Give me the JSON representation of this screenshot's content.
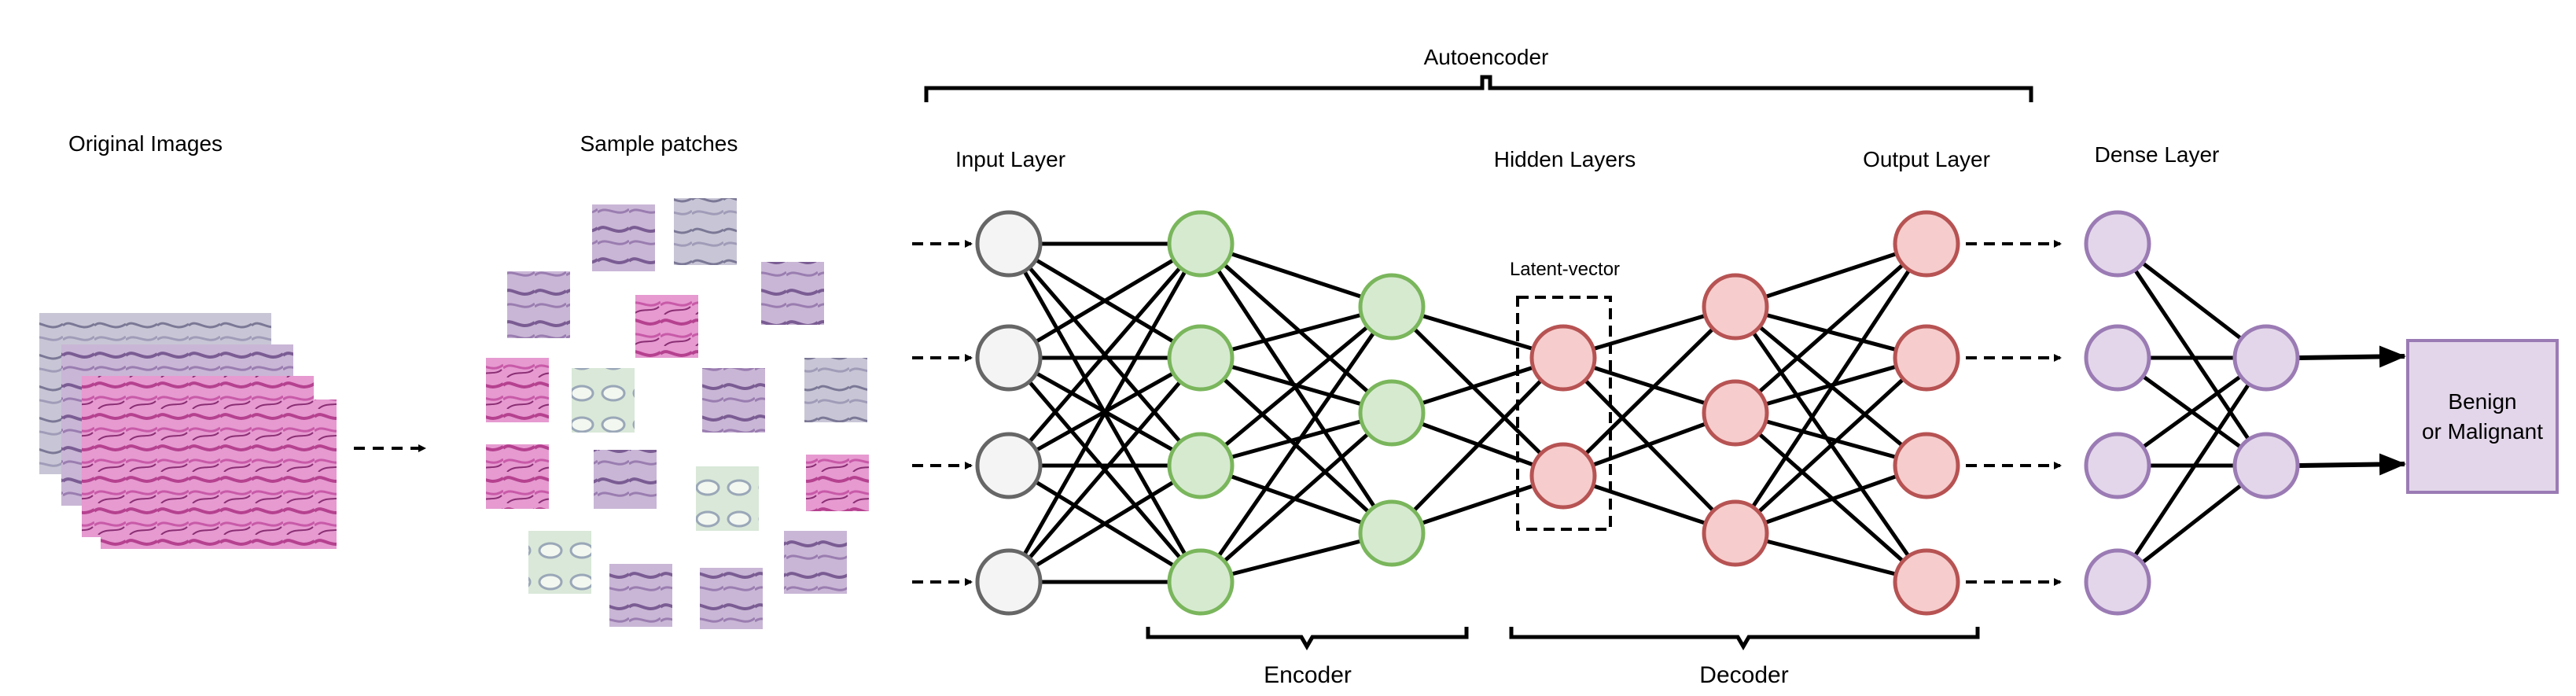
{
  "labels": {
    "original_images": "Original Images",
    "sample_patches": "Sample patches",
    "autoencoder": "Autoencoder",
    "input_layer": "Input Layer",
    "hidden_layers": "Hidden Layers",
    "output_layer": "Output Layer",
    "dense_layer": "Dense Layer",
    "latent_vector": "Latent-vector",
    "encoder": "Encoder",
    "decoder": "Decoder",
    "result_line1": "Benign",
    "result_line2": "or Malignant"
  },
  "colors": {
    "input_fill": "#f4f4f4",
    "input_stroke": "#666666",
    "encoder_fill": "#d6ead0",
    "encoder_stroke": "#7ab65c",
    "latent_fill": "#f6cccc",
    "latent_stroke": "#b75353",
    "decoder_fill": "#f6cccc",
    "decoder_stroke": "#b75353",
    "dense_fill": "#e3d6ea",
    "dense_stroke": "#9b7bb4",
    "result_fill": "#e3d6ea",
    "result_stroke": "#9b7bb4",
    "tissue_pink": "#d36bb8",
    "tissue_purple": "#8d6fa8",
    "tissue_gray": "#9a97ad"
  },
  "icons": [
    "tissue-image-icon",
    "tissue-patch-icon",
    "neuron-icon"
  ]
}
